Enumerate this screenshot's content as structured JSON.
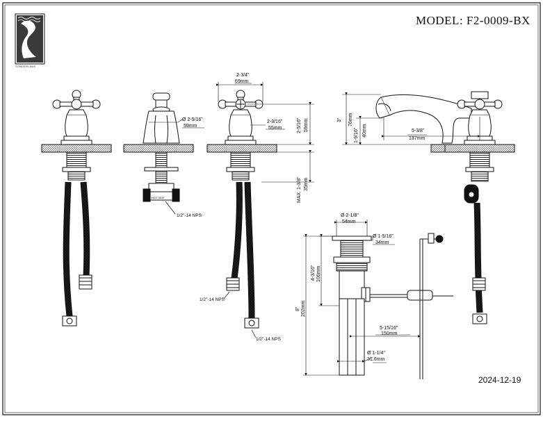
{
  "title": {
    "model": "MODEL: F2-0009-BX"
  },
  "date": "2024-12-19",
  "logo": {
    "text": "SONDERLINIE"
  },
  "dimensions": {
    "spout_width": "Ø 2-5/16\"",
    "spout_width_mm": "59mm",
    "handle_spacing": "2-3/4\"",
    "handle_spacing_mm": "69mm",
    "handle_to_base": "2-3/16\"",
    "handle_to_base_mm": "55mm",
    "handle_height": "2-5/16\"",
    "handle_height_mm": "59mm",
    "shank_length": "MAX. 1-3/8\"",
    "shank_length_mm": "35mm",
    "spout_height": "3\"",
    "spout_height_mm": "76mm",
    "spout_clearance": "1-9/16\"",
    "spout_clearance_mm": "40mm",
    "spout_reach": "5-3/8\"",
    "spout_reach_mm": "137mm",
    "drain_top_dia": "Ø 2-1/8\"",
    "drain_top_dia_mm": "54mm",
    "drain_flange_dia": "Ø 1-5/16\"",
    "drain_flange_dia_mm": "34mm",
    "drain_body_height": "4-3/16\"",
    "drain_body_height_mm": "106mm",
    "drain_total_height": "8\"",
    "drain_total_height_mm": "202mm",
    "drain_rod_length": "5-15/16\"",
    "drain_rod_length_mm": "150mm",
    "drain_tail_dia": "Ø 1-1/4\"",
    "drain_tail_dia_mm": "31.6mm"
  },
  "labels": {
    "nps_1": "1/2\"-14 NPS",
    "nps_2": "1/2\"-14 NPS",
    "nps_3": "1/2\"-14 NPS",
    "valve_mark": "HOT SIDE"
  }
}
